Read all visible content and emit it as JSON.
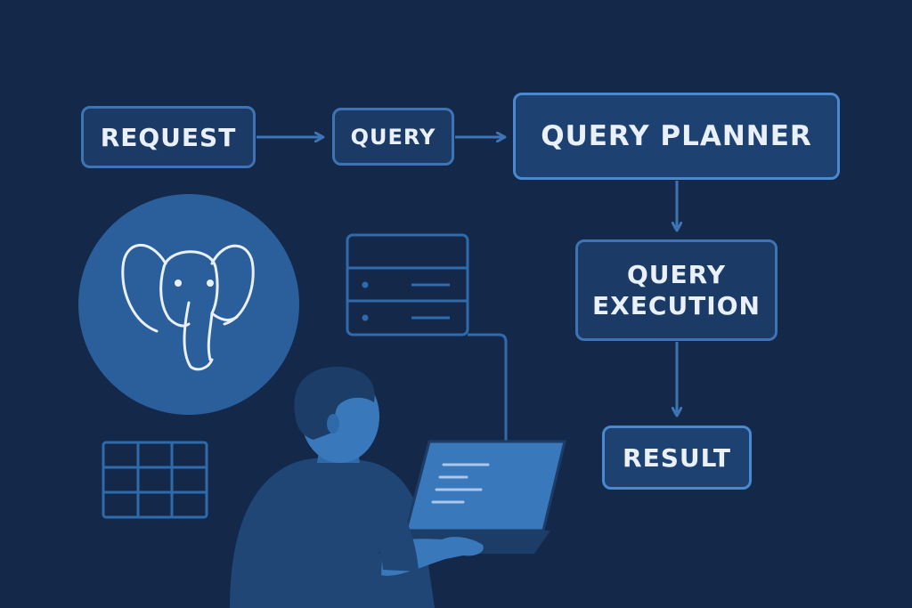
{
  "nodes": {
    "request": "REQUEST",
    "query": "QUERY",
    "planner": "QUERY PLANNER",
    "execution_line1": "QUERY",
    "execution_line2": "EXECUTION",
    "result": "RESULT"
  },
  "icons": {
    "logo": "elephant-logo-icon",
    "server": "server-rack-icon",
    "table": "table-grid-icon",
    "person": "person-at-laptop-icon"
  },
  "colors": {
    "background": "#14284a",
    "box_fill": "#1b3a66",
    "box_border": "#3e74b4",
    "text": "#e9f0fa",
    "accent": "#2f6aaa"
  }
}
